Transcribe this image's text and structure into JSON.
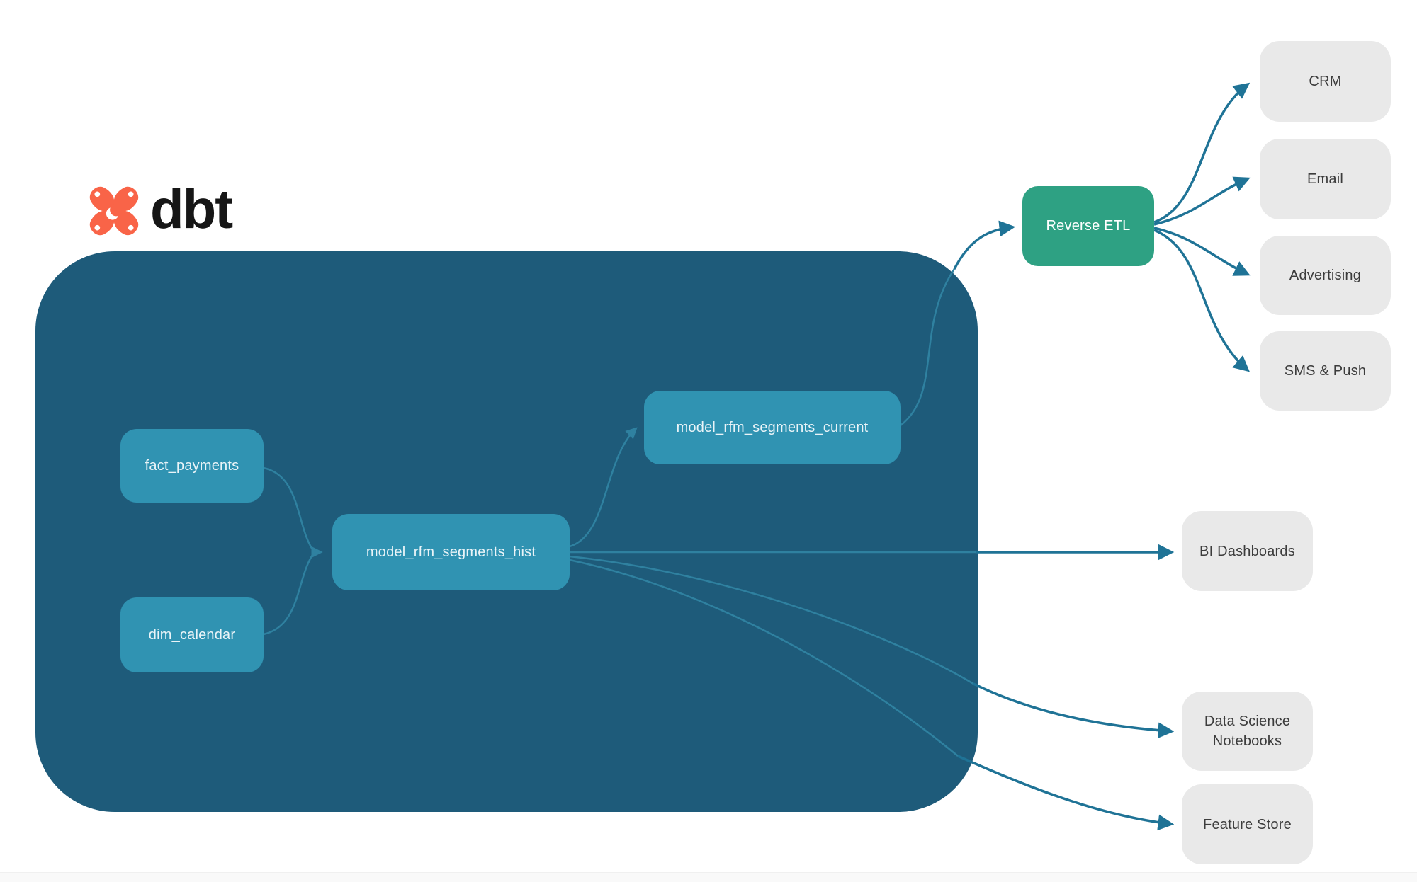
{
  "logo": {
    "text": "dbt"
  },
  "colors": {
    "container": "#1e5b7a",
    "model_node": "#3093b2",
    "model_text": "#eaf4f8",
    "reverse_etl_node": "#2ea183",
    "destination_node": "#e9e9e9",
    "destination_text": "#3c3c3c",
    "arrow": "#1f7396",
    "arrow_inner": "#2f81a0",
    "logo_orange": "#f96448",
    "logo_text": "#161616"
  },
  "nodes": {
    "fact_payments": {
      "label": "fact_payments"
    },
    "dim_calendar": {
      "label": "dim_calendar"
    },
    "model_rfm_segments_hist": {
      "label": "model_rfm_segments_hist"
    },
    "model_rfm_segments_current": {
      "label": "model_rfm_segments_current"
    },
    "reverse_etl": {
      "label": "Reverse ETL"
    },
    "crm": {
      "label": "CRM"
    },
    "email": {
      "label": "Email"
    },
    "advertising": {
      "label": "Advertising"
    },
    "sms_push": {
      "label": "SMS & Push"
    },
    "bi_dashboards": {
      "label": "BI Dashboards"
    },
    "data_science_notebooks": {
      "label": "Data Science Notebooks"
    },
    "feature_store": {
      "label": "Feature Store"
    }
  },
  "edges": [
    {
      "from": "fact_payments",
      "to": "model_rfm_segments_hist"
    },
    {
      "from": "dim_calendar",
      "to": "model_rfm_segments_hist"
    },
    {
      "from": "model_rfm_segments_hist",
      "to": "model_rfm_segments_current"
    },
    {
      "from": "model_rfm_segments_current",
      "to": "reverse_etl"
    },
    {
      "from": "reverse_etl",
      "to": "crm"
    },
    {
      "from": "reverse_etl",
      "to": "email"
    },
    {
      "from": "reverse_etl",
      "to": "advertising"
    },
    {
      "from": "reverse_etl",
      "to": "sms_push"
    },
    {
      "from": "model_rfm_segments_hist",
      "to": "bi_dashboards"
    },
    {
      "from": "model_rfm_segments_hist",
      "to": "data_science_notebooks"
    },
    {
      "from": "model_rfm_segments_hist",
      "to": "feature_store"
    }
  ]
}
